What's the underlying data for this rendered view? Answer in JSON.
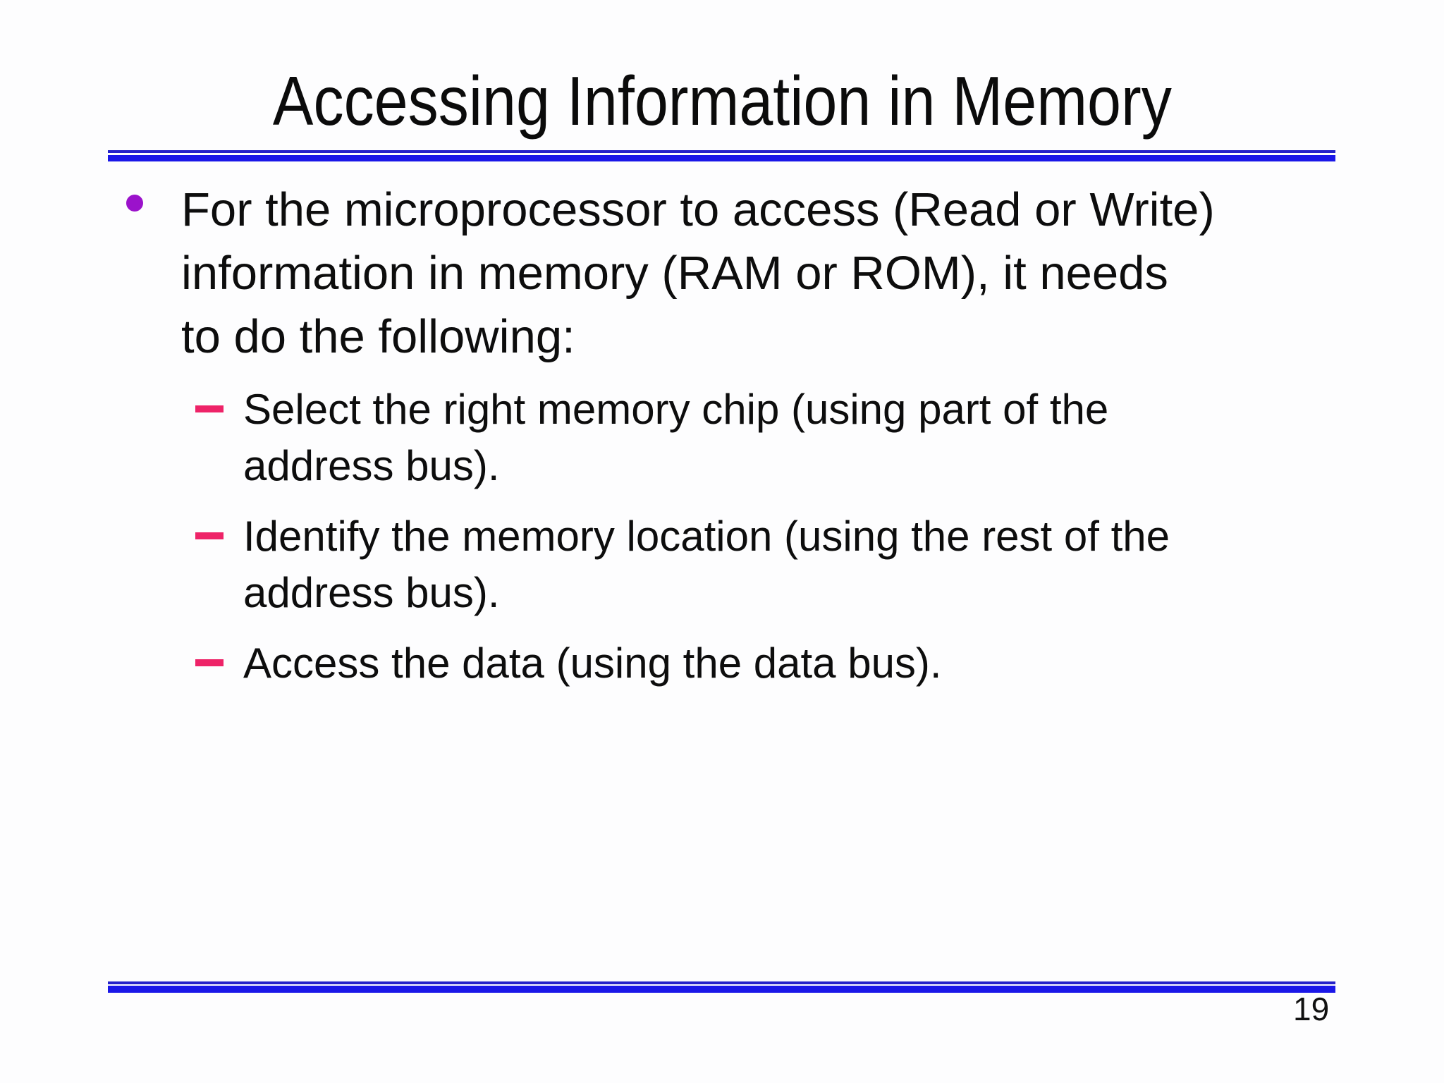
{
  "slide": {
    "title": "Accessing Information in Memory",
    "page_number": "19",
    "colors": {
      "rule_blue_thick": "#1a17e8",
      "rule_blue_thin": "#2522c9",
      "bullet_purple": "#9b12cb",
      "dash_pink": "#ee2368",
      "text_black": "#0d0d0d",
      "background": "#fdfdfe"
    },
    "bullets": [
      {
        "level": 1,
        "marker": "dot",
        "lines": [
          "For the microprocessor to access (Read or Write)",
          "information in memory (RAM or ROM), it needs",
          "to do the following:"
        ]
      },
      {
        "level": 2,
        "marker": "dash",
        "lines": [
          "Select the right memory chip (using part of the",
          "address bus)."
        ]
      },
      {
        "level": 2,
        "marker": "dash",
        "lines": [
          "Identify the memory location (using the rest of the",
          "address bus)."
        ]
      },
      {
        "level": 2,
        "marker": "dash",
        "lines": [
          "Access the data (using the data bus)."
        ]
      }
    ]
  }
}
